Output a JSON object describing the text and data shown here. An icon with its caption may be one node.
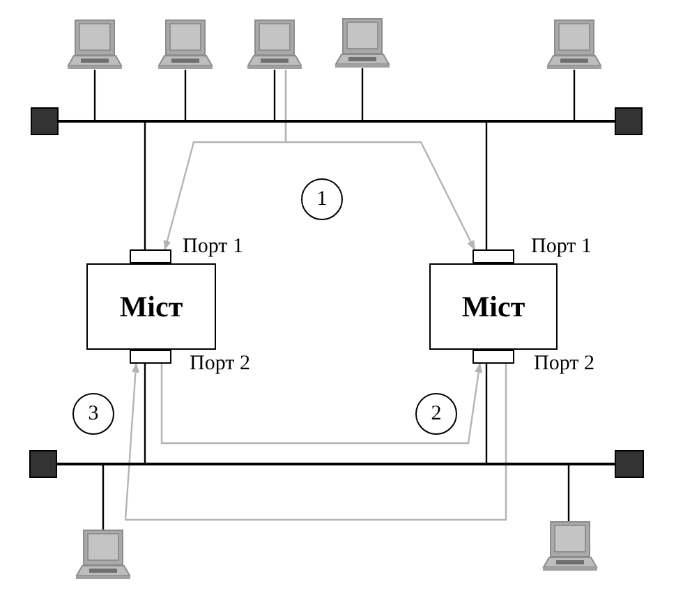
{
  "diagram": {
    "nodes": [
      {
        "text": [],
        "shape": "laptop"
      },
      {
        "text": [],
        "shape": "laptop"
      },
      {
        "text": [],
        "shape": "laptop"
      },
      {
        "text": [],
        "shape": "laptop"
      },
      {
        "text": [],
        "shape": "laptop"
      },
      {
        "text": [],
        "shape": "square"
      },
      {
        "text": [],
        "shape": "bar"
      },
      {
        "text": [],
        "shape": "square"
      },
      {
        "text": [
          "1"
        ]
      },
      {
        "text": [],
        "shape": "box"
      },
      {
        "text": [
          "Міст"
        ]
      },
      {
        "text": [],
        "shape": "box"
      },
      {
        "text": [
          "Міст"
        ]
      },
      {
        "text": [],
        "shape": "box"
      },
      {
        "text": [],
        "shape": "box"
      },
      {
        "text": [
          "3"
        ]
      },
      {
        "text": [
          "2"
        ]
      },
      {
        "text": [],
        "shape": "square"
      },
      {
        "text": [],
        "shape": "bar"
      },
      {
        "text": [],
        "shape": "square"
      },
      {
        "text": [],
        "shape": "laptop"
      },
      {
        "text": [],
        "shape": "laptop"
      }
    ],
    "edges": [
      {
        "from": 0,
        "to": 6,
        "arrow": "none"
      },
      {
        "from": 1,
        "to": 6,
        "arrow": "none"
      },
      {
        "from": 2,
        "to": 6,
        "arrow": "none"
      },
      {
        "from": 3,
        "to": 6,
        "arrow": "none"
      },
      {
        "from": 4,
        "to": 6,
        "arrow": "none"
      },
      {
        "from": 6,
        "to": 9,
        "arrow": "none"
      },
      {
        "from": 6,
        "to": 11,
        "arrow": "none"
      },
      {
        "from": 13,
        "to": 18,
        "arrow": "none"
      },
      {
        "from": 14,
        "to": 18,
        "arrow": "none"
      },
      {
        "from": 20,
        "to": 18,
        "arrow": "none"
      },
      {
        "from": 21,
        "to": 18,
        "arrow": "none"
      },
      {
        "from": 2,
        "to": 9,
        "arrow": "to",
        "color": "#b4b4b4"
      },
      {
        "from": 2,
        "to": 11,
        "arrow": "to",
        "color": "#b4b4b4"
      },
      {
        "from": 13,
        "to": 14,
        "arrow": "to",
        "color": "#b4b4b4"
      },
      {
        "from": 14,
        "to": 13,
        "arrow": "to",
        "color": "#b4b4b4"
      }
    ],
    "labels": [
      "Порт 1",
      "Порт 1",
      "Порт 2",
      "Порт 2"
    ]
  }
}
